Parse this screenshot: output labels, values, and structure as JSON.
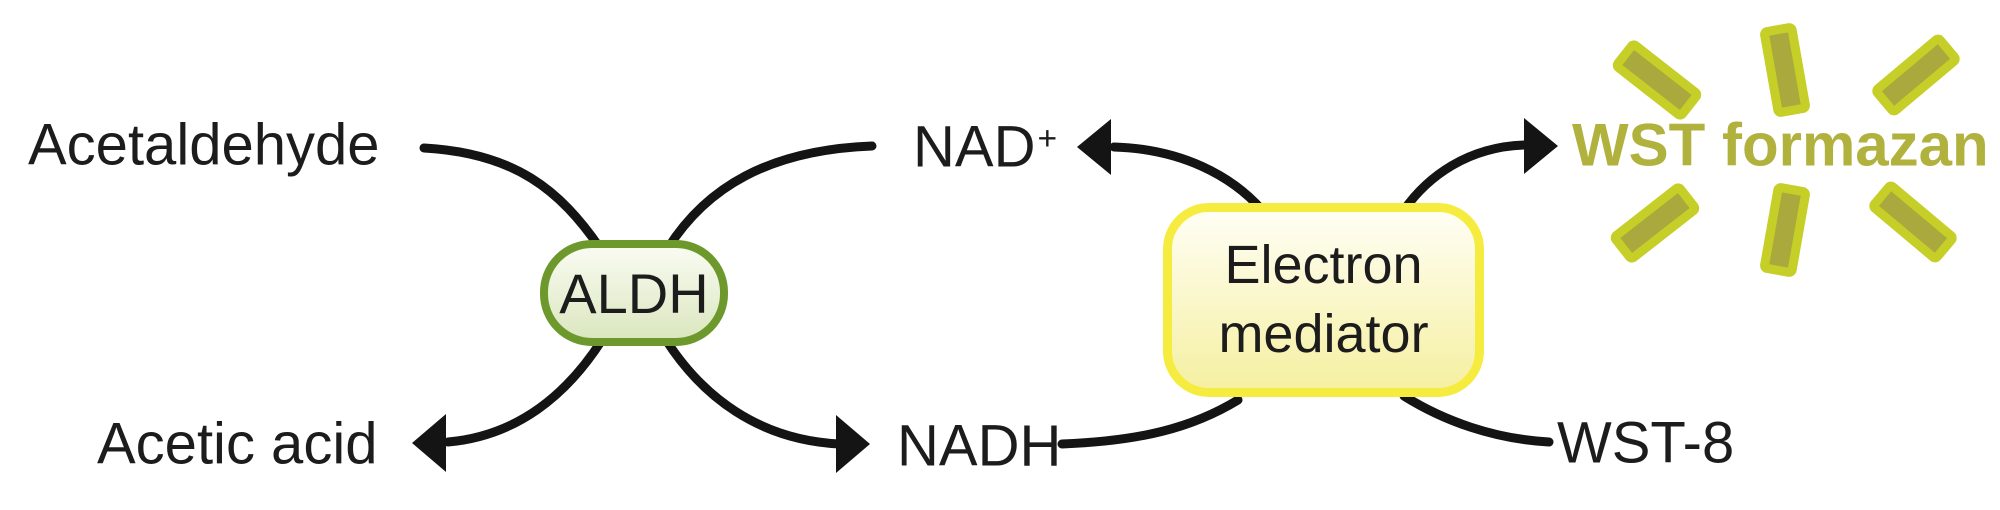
{
  "labels": {
    "substrate_left": "Acetaldehyde",
    "product_left": "Acetic acid",
    "enzyme": "ALDH",
    "cofactor_oxidized_base": "NAD",
    "cofactor_oxidized_sup": "+",
    "cofactor_reduced": "NADH",
    "mediator": "Electron mediator",
    "detector_substrate": "WST-8",
    "detector_product": "WST formazan"
  },
  "colors": {
    "arrow": "#141414",
    "text": "#1c1c1c",
    "aldh_border": "#6d992c",
    "aldh_fill_top": "#f9fbf1",
    "aldh_fill_bottom": "#dbe7c0",
    "mediator_border": "#f6ec40",
    "mediator_fill_top": "#fffef4",
    "mediator_fill_bottom": "#f5f0a2",
    "formazan_text": "#b1b23e",
    "ray_border": "#c5cf27",
    "ray_fill": "#a9a93d",
    "bg": "#ffffff"
  }
}
